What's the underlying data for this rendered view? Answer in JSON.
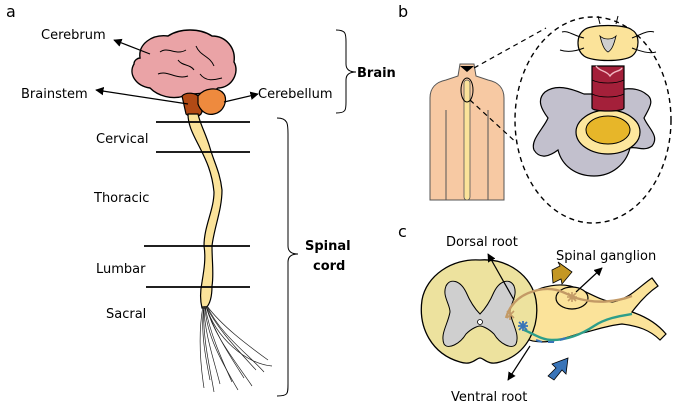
{
  "panels": {
    "a": "a",
    "b": "b",
    "c": "c"
  },
  "brain": {
    "cerebrum": "Cerebrum",
    "brainstem": "Brainstem",
    "cerebellum": "Cerebellum",
    "group": "Brain"
  },
  "spine": {
    "cervical": "Cervical",
    "thoracic": "Thoracic",
    "lumbar": "Lumbar",
    "sacral": "Sacral",
    "group_line1": "Spinal",
    "group_line2": "cord"
  },
  "section": {
    "dorsal_root": "Dorsal root",
    "spinal_ganglion": "Spinal ganglion",
    "ventral_root": "Ventral root"
  },
  "colors": {
    "cerebrum": "#eaa3a6",
    "brainstem": "#b24a15",
    "cerebellum": "#ee8a3e",
    "cord": "#fbe39a",
    "skin": "#f7c9a3",
    "vertebra": "#c2c0cd",
    "disc": "#fde79d",
    "dura": "#a4203a",
    "sensory_arrow": "#c49724",
    "motor_arrow": "#3974b8"
  }
}
